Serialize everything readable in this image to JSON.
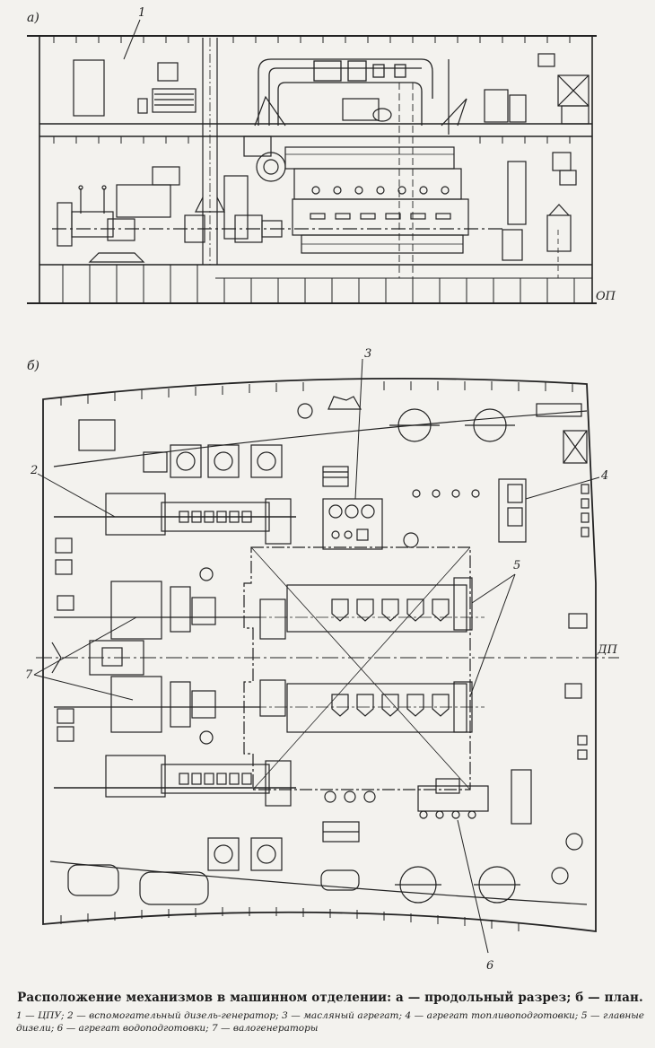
{
  "labels": {
    "section_a": "а)",
    "section_b": "б)",
    "baseline": "ОП",
    "centerline": "ДП",
    "callout_1": "1",
    "callout_2": "2",
    "callout_3": "3",
    "callout_4": "4",
    "callout_5": "5",
    "callout_6": "6",
    "callout_7": "7"
  },
  "caption": {
    "title": "Расположение механизмов в машинном отделении: а — продольный разрез; б — план.",
    "legend": "1 — ЦПУ; 2 — вспомогательный дизель-генератор; 3 — масляный агрегат; 4 — агрегат топливоподготовки; 5 — главные дизели; 6 — агрегат водоподготовки; 7 — валогенераторы"
  }
}
